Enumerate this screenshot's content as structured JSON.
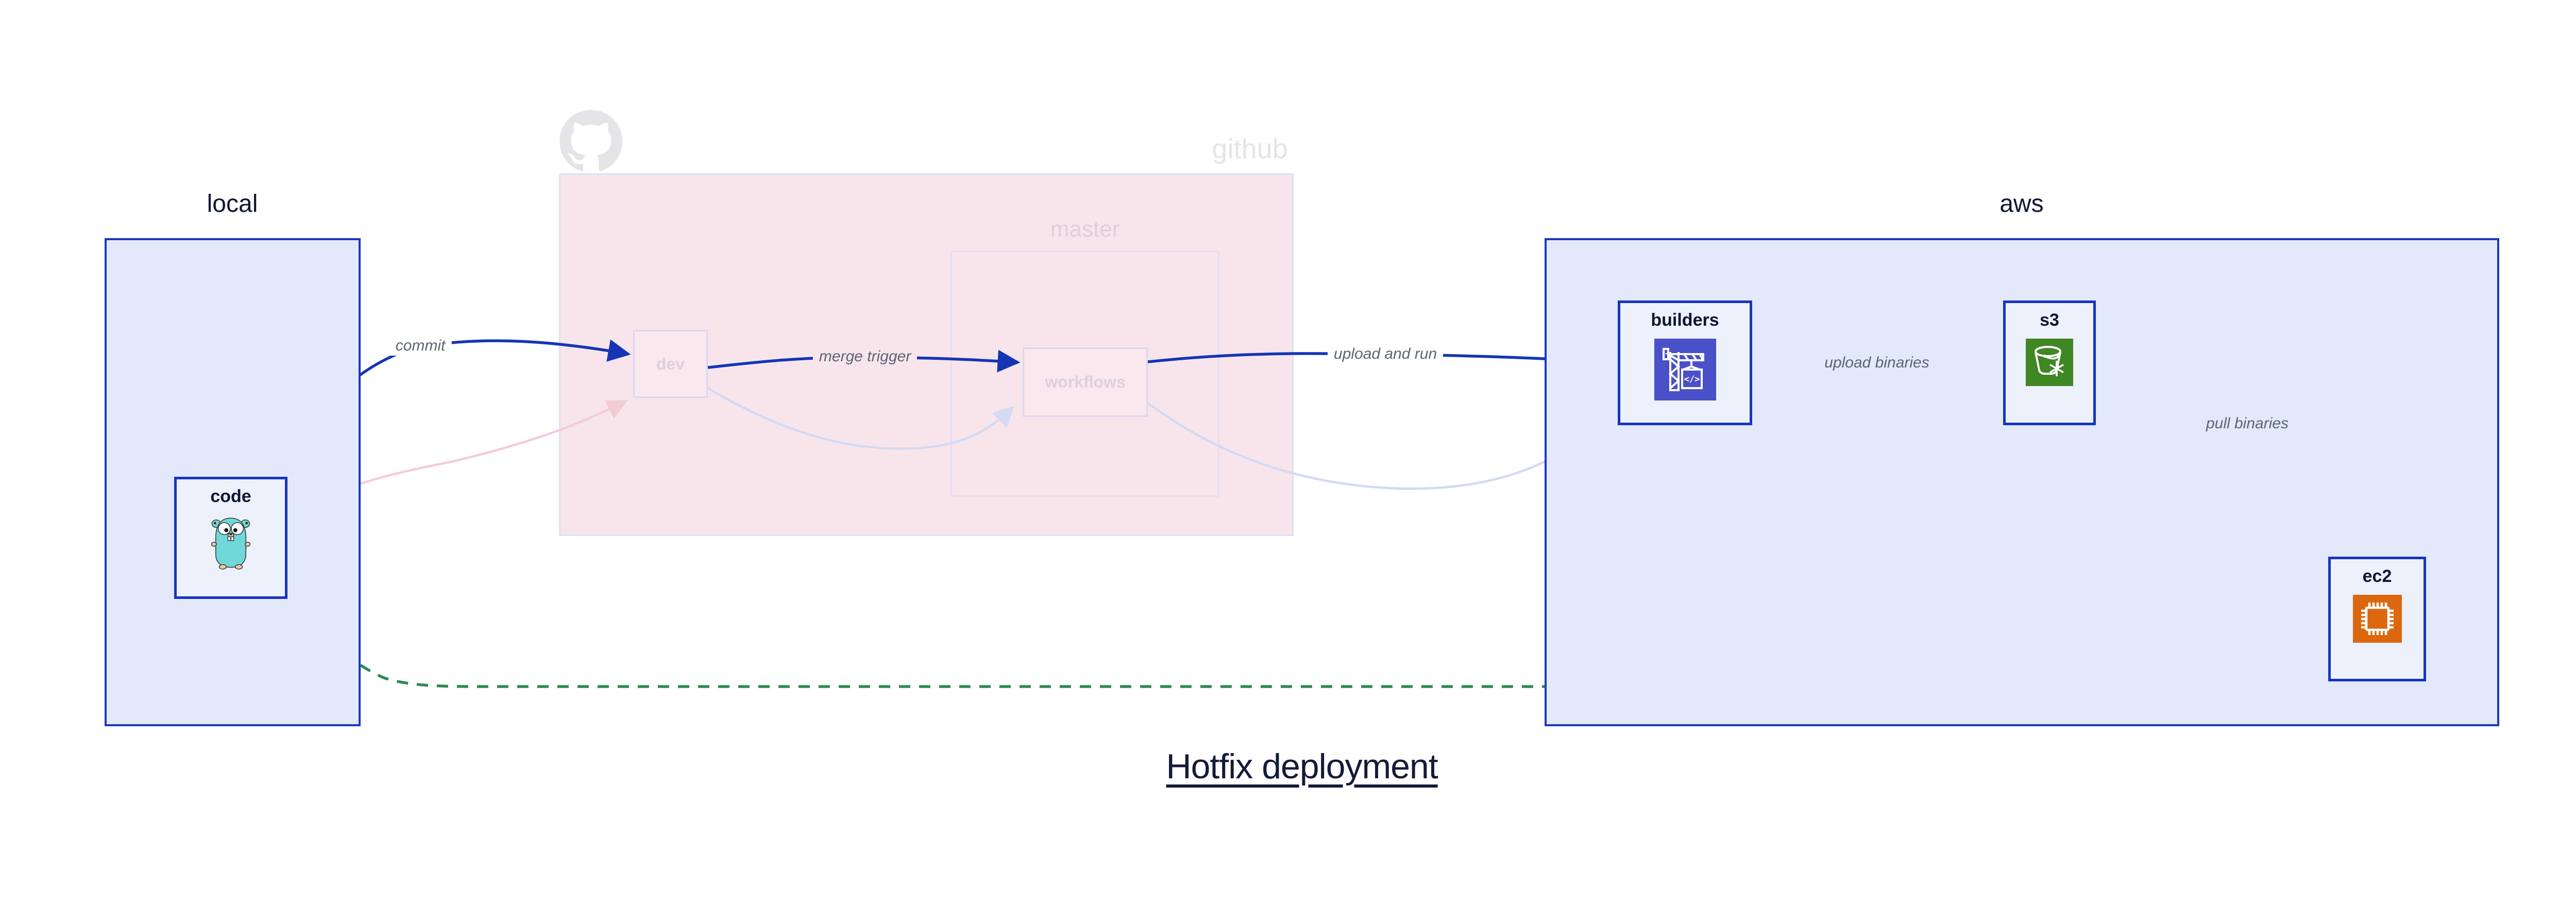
{
  "title": "Hotfix deployment",
  "groups": {
    "local": {
      "label": "local"
    },
    "github": {
      "label": "github",
      "master_label": "master"
    },
    "aws": {
      "label": "aws"
    }
  },
  "nodes": {
    "code": {
      "label": "code",
      "icon": "go-gopher-icon"
    },
    "dev": {
      "label": "dev"
    },
    "workflows": {
      "label": "workflows"
    },
    "builders": {
      "label": "builders",
      "icon": "aws-codebuild-icon"
    },
    "s3": {
      "label": "s3",
      "icon": "aws-s3-bucket-icon"
    },
    "ec2": {
      "label": "ec2",
      "icon": "aws-ec2-chip-icon"
    }
  },
  "icons": {
    "codebuild_glyph": "</>"
  },
  "arrows": {
    "commit": {
      "label": "commit",
      "from": "code",
      "to": "dev",
      "style": "solid-blue"
    },
    "merge_trigger": {
      "label": "merge trigger",
      "from": "dev",
      "to": "workflows",
      "style": "solid-blue"
    },
    "upload_and_run": {
      "label": "upload and run",
      "from": "workflows",
      "to": "builders",
      "style": "solid-blue"
    },
    "upload_binaries": {
      "label": "upload binaries",
      "from": "builders",
      "to": "s3",
      "style": "solid-blue"
    },
    "pull_binaries": {
      "label": "pull binaries",
      "from": "s3",
      "to": "ec2",
      "style": "solid-blue"
    },
    "hotfix_path": {
      "label": "",
      "from": "code",
      "to": "ec2",
      "style": "dashed-green"
    },
    "faded_code_to_dev": {
      "label": "",
      "from": "code",
      "to": "dev",
      "style": "faded-pink"
    },
    "faded_dev_to_workflows": {
      "label": "",
      "from": "dev",
      "to": "workflows",
      "style": "faded-lavender"
    },
    "faded_workflows_to_builders": {
      "label": "",
      "from": "workflows",
      "to": "builders",
      "style": "faded-lavender"
    }
  },
  "colors": {
    "arrow_blue": "#1535b5",
    "arrow_green": "#2e8b50",
    "arrow_faded_pink": "#f3ccd8",
    "arrow_faded_lavender": "#d3daf2",
    "group_fill": "#e3e9fb",
    "group_border": "#1b38c0",
    "node_fill": "#edf1fc",
    "node_border": "#1634c0",
    "github_fill": "#f8e5ec",
    "codebuild_purple": "#4a50c8",
    "s3_green": "#3f8624",
    "ec2_orange": "#dd670f",
    "gopher_teal": "#6fd8d8",
    "text_navy": "#0e1534",
    "label_gray": "#5c6573"
  }
}
